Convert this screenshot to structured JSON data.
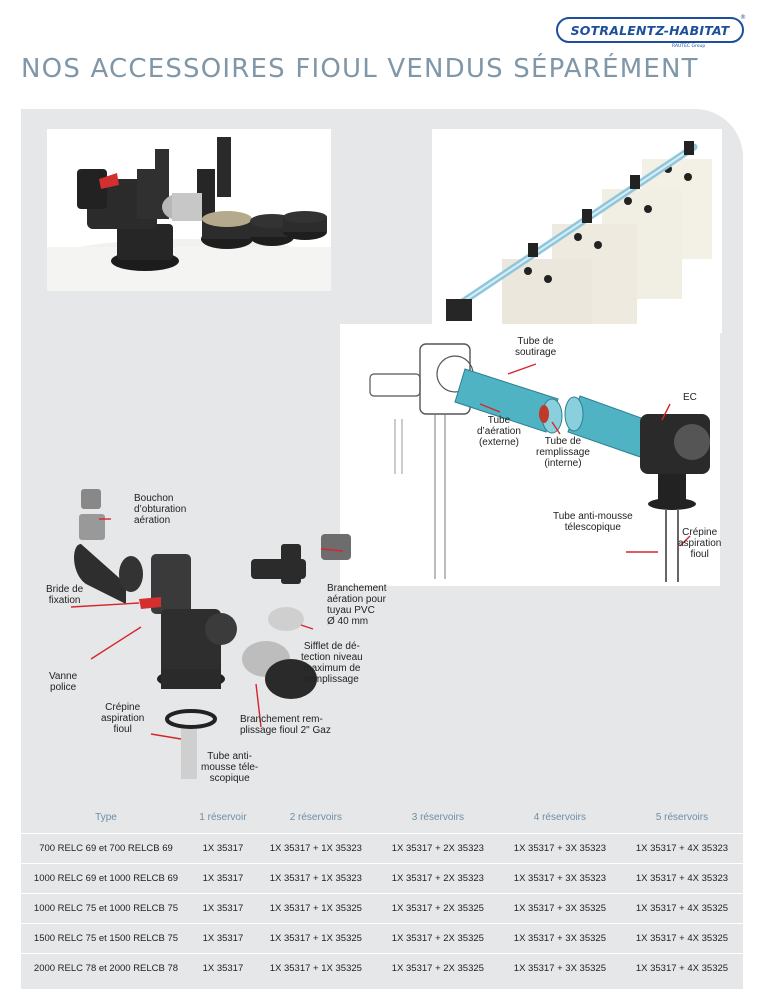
{
  "header": {
    "brand_name": "SOTRALENTZ-HABITAT",
    "brand_registered": "®",
    "brand_group": "RAUTEC Group",
    "title": "NOS ACCESSOIRES FIOUL VENDUS SÉPARÉMENT"
  },
  "diagram_top": {
    "labels": {
      "tube_soutirage": "Tube de\nsoutirage",
      "tube_aeration": "Tube\nd’aération\n(externe)",
      "tube_remplissage": "Tube de\nremplissage\n(interne)",
      "ec": "EC",
      "tube_anti_mousse": "Tube anti-mousse\ntélescopique",
      "crepine": "Crépine\naspiration\nfioul"
    }
  },
  "diagram_left": {
    "labels": {
      "bouchon": "Bouchon\nd’obturation\naération",
      "bride": "Bride de\nfixation",
      "branchement_aeration": "Branchement\naération pour\ntuyau PVC\nØ 40 mm",
      "sifflet": "Sifflet de dé-\ntection niveau\nmaximum de\nremplissage",
      "vanne": "Vanne\npolice",
      "crepine": "Crépine\naspiration\nfioul",
      "branchement_remplissage": "Branchement rem-\nplissage fioul 2\" Gaz",
      "tube_anti_mousse": "Tube anti-\nmousse téle-\nscopique"
    }
  },
  "table": {
    "headers": [
      "Type",
      "1 réservoir",
      "2 réservoirs",
      "3 réservoirs",
      "4 réservoirs",
      "5 réservoirs"
    ],
    "rows": [
      [
        "700 RELC 69 et 700 RELCB 69",
        "1X 35317",
        "1X 35317 + 1X 35323",
        "1X 35317 + 2X 35323",
        "1X 35317 + 3X 35323",
        "1X 35317 + 4X 35323"
      ],
      [
        "1000 RELC 69 et 1000 RELCB 69",
        "1X 35317",
        "1X 35317 + 1X 35323",
        "1X 35317 + 2X 35323",
        "1X 35317 + 3X 35323",
        "1X 35317 + 4X 35323"
      ],
      [
        "1000 RELC 75 et 1000 RELCB 75",
        "1X 35317",
        "1X 35317 + 1X 35325",
        "1X 35317 + 2X 35325",
        "1X 35317 + 3X 35325",
        "1X 35317 + 4X 35325"
      ],
      [
        "1500 RELC 75 et 1500 RELCB 75",
        "1X 35317",
        "1X 35317 + 1X 35325",
        "1X 35317 + 2X 35325",
        "1X 35317 + 3X 35325",
        "1X 35317 + 4X 35325"
      ],
      [
        "2000 RELC 78 et 2000 RELCB 78",
        "1X 35317",
        "1X 35317 + 1X 35325",
        "1X 35317 + 2X 35325",
        "1X 35317 + 3X 35325",
        "1X 35317 + 4X 35325"
      ]
    ]
  },
  "colors": {
    "title": "#7f97a8",
    "brand": "#1d4f9c",
    "panel": "#e6e7e8",
    "tube": "#4fb3c4",
    "arrow": "#d6262c"
  }
}
